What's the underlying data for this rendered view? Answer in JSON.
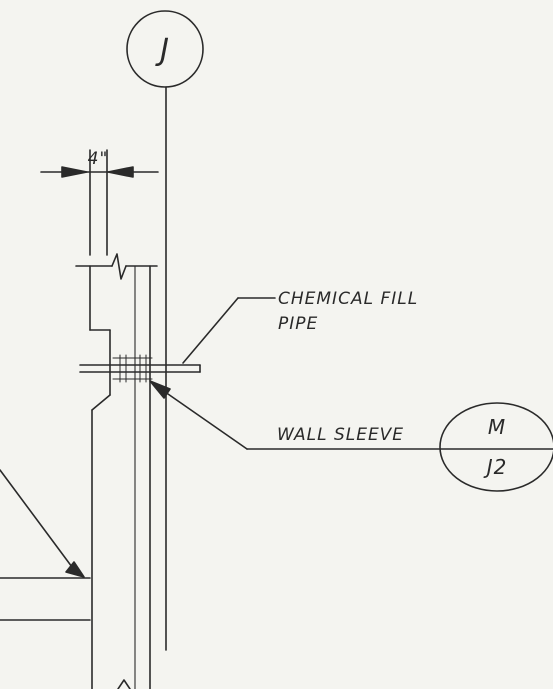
{
  "drawing": {
    "grid_bubble_label": "J",
    "dimension_label": "4\"",
    "callouts": {
      "chemical_fill_line1": "CHEMICAL FILL",
      "chemical_fill_line2": "PIPE",
      "wall_sleeve": "WALL SLEEVE"
    },
    "section_bubble": {
      "top": "M",
      "bottom": "J2"
    }
  },
  "colors": {
    "ink": "#2a2a2a",
    "paper": "#f4f4f0"
  }
}
